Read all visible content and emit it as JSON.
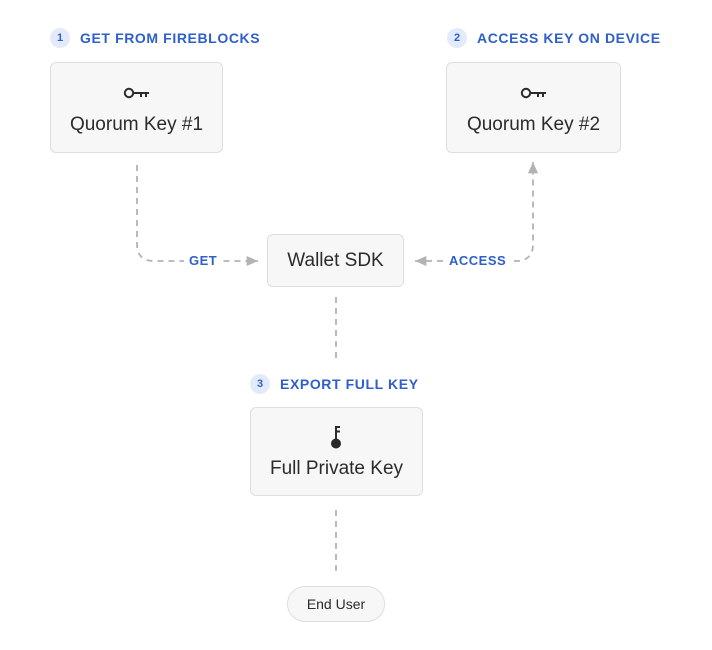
{
  "steps": [
    {
      "num": "1",
      "title": "GET FROM FIREBLOCKS"
    },
    {
      "num": "2",
      "title": "ACCESS KEY ON DEVICE"
    },
    {
      "num": "3",
      "title": "EXPORT FULL KEY"
    }
  ],
  "nodes": {
    "quorum_key_1": {
      "label": "Quorum Key #1",
      "icon": "key-icon"
    },
    "quorum_key_2": {
      "label": "Quorum Key #2",
      "icon": "key-icon"
    },
    "wallet_sdk": {
      "label": "Wallet SDK"
    },
    "full_private_key": {
      "label": "Full Private Key",
      "icon": "key-vertical-icon"
    },
    "end_user": {
      "label": "End User"
    }
  },
  "edges": {
    "get": {
      "label": "GET"
    },
    "access": {
      "label": "ACCESS"
    }
  },
  "colors": {
    "accent": "#2f5fc9",
    "badge_bg": "#e3ebfb",
    "box_bg": "#f7f7f7",
    "box_border": "#dedede",
    "connector": "#b3b3b3",
    "text": "#2b2b2b"
  }
}
